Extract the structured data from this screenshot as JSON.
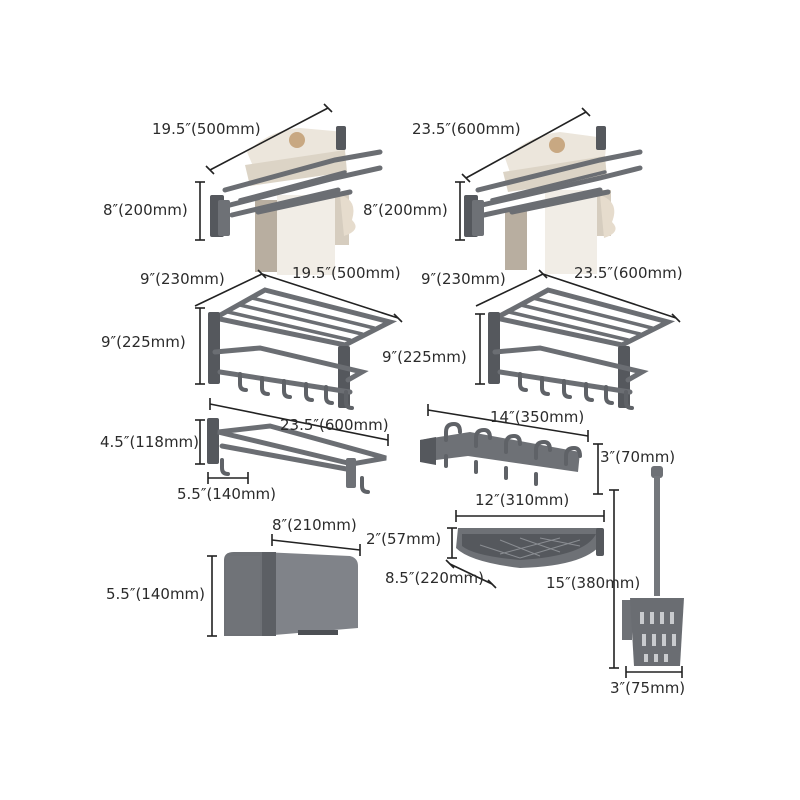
{
  "products": {
    "towel_rack_500": {
      "width": "19.5″(500mm)",
      "height": "8″(200mm)"
    },
    "towel_rack_600": {
      "width": "23.5″(600mm)",
      "height": "8″(200mm)"
    },
    "folding_rack_500": {
      "depth": "9″(230mm)",
      "width": "19.5″(500mm)",
      "height": "9″(225mm)"
    },
    "folding_rack_600": {
      "depth": "9″(230mm)",
      "width": "23.5″(600mm)",
      "height": "9″(225mm)"
    },
    "single_bar": {
      "width": "23.5″(600mm)",
      "height": "4.5″(118mm)",
      "depth": "5.5″(140mm)"
    },
    "hook_rail": {
      "width": "14″(350mm)",
      "height": "3″(70mm)"
    },
    "corner_basket": {
      "width": "12″(310mm)",
      "height": "2″(57mm)",
      "depth": "8.5″(220mm)"
    },
    "tissue_box": {
      "width": "8″(210mm)",
      "height": "5.5″(140mm)"
    },
    "toilet_brush": {
      "height": "15″(380mm)",
      "base": "3″(75mm)"
    }
  },
  "colors": {
    "metal": "#6e7176",
    "dimension_line": "#222222",
    "towel": "#ece6dc",
    "background": "#ffffff"
  }
}
